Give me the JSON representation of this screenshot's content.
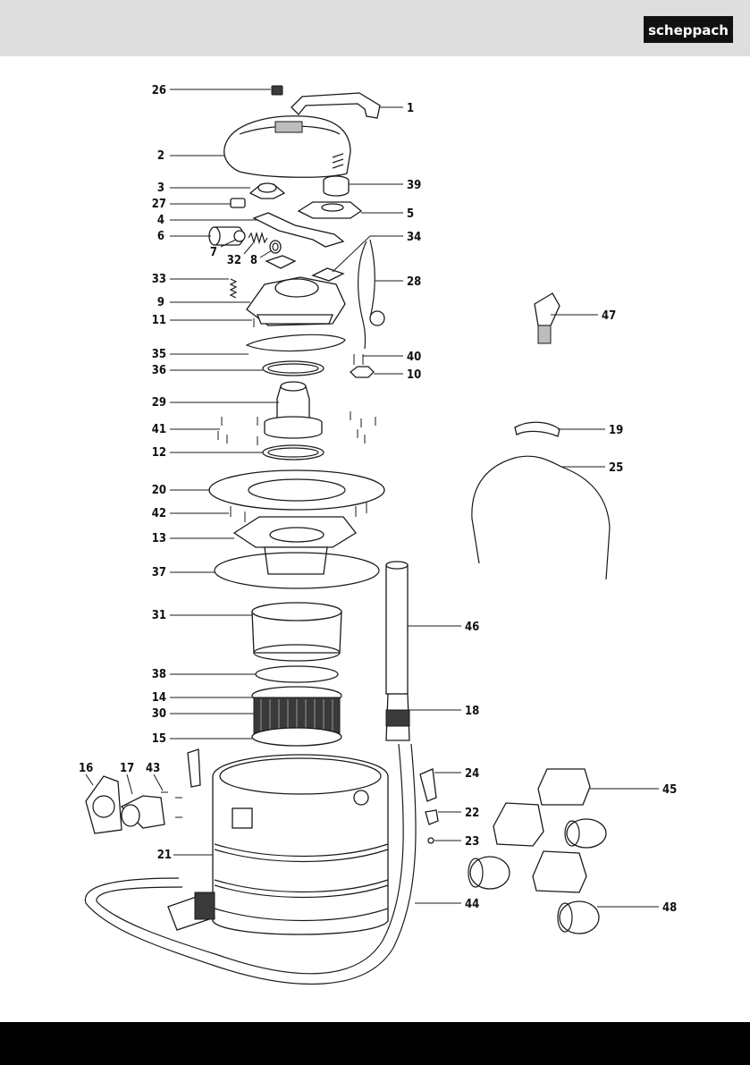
{
  "brand": {
    "logo_text": "scheppach"
  },
  "callouts": [
    "26",
    "1",
    "2",
    "3",
    "39",
    "27",
    "5",
    "4",
    "6",
    "34",
    "7",
    "32",
    "8",
    "33",
    "28",
    "9",
    "47",
    "11",
    "35",
    "40",
    "36",
    "10",
    "29",
    "41",
    "19",
    "12",
    "25",
    "20",
    "42",
    "13",
    "37",
    "31",
    "46",
    "38",
    "14",
    "30",
    "18",
    "15",
    "16",
    "17",
    "43",
    "24",
    "45",
    "22",
    "21",
    "23",
    "44",
    "48"
  ]
}
